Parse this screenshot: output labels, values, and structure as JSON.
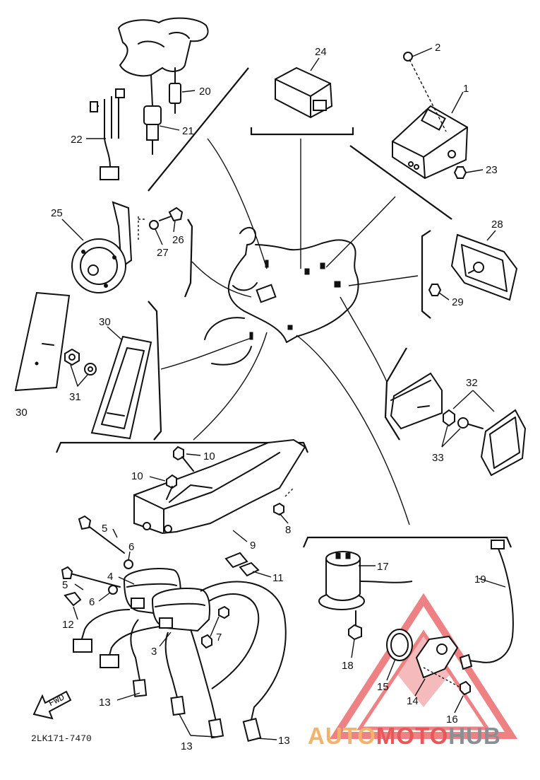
{
  "diagram": {
    "part_code": "2LK171-7470",
    "fwd_label": "FWD",
    "watermark": {
      "auto": "AUTO",
      "moto": "MOTO",
      "hub": "HUB"
    },
    "callouts": {
      "n1": "1",
      "n2": "2",
      "n3": "3",
      "n4": "4",
      "n5a": "5",
      "n5b": "5",
      "n6a": "6",
      "n6b": "6",
      "n7": "7",
      "n8": "8",
      "n9": "9",
      "n10a": "10",
      "n10b": "10",
      "n11": "11",
      "n12": "12",
      "n13a": "13",
      "n13b": "13",
      "n13c": "13",
      "n14": "14",
      "n15": "15",
      "n16": "16",
      "n17": "17",
      "n18": "18",
      "n19": "19",
      "n20": "20",
      "n21": "21",
      "n22": "22",
      "n23": "23",
      "n24": "24",
      "n25": "25",
      "n26": "26",
      "n27": "27",
      "n28": "28",
      "n29": "29",
      "n30a": "30",
      "n30b": "30",
      "n31": "31",
      "n32": "32",
      "n33": "33"
    },
    "colors": {
      "line": "#111111",
      "watermark_red": "#e8585a",
      "watermark_orange": "#f2b46a",
      "watermark_grey": "#8a8f96"
    }
  }
}
